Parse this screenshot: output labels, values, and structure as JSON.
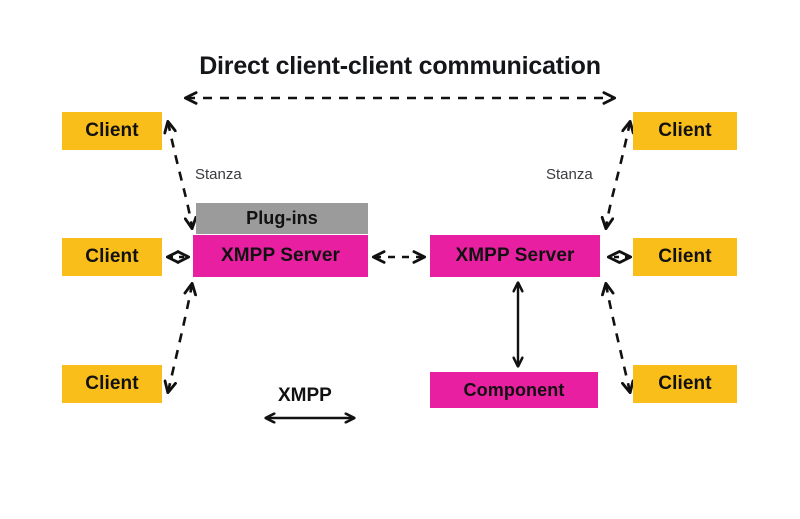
{
  "diagram": {
    "title": "Direct client-client communication",
    "background": "#ffffff",
    "colors": {
      "client": "#F9BE1A",
      "server": "#E81FA0",
      "component": "#E81FA0",
      "plugins": "#9B9B9B",
      "line": "#111111",
      "text": "#111111",
      "stanza_text": "#3b3b40"
    },
    "nodes": {
      "client_top_left": "Client",
      "client_mid_left": "Client",
      "client_bottom_left": "Client",
      "client_top_right": "Client",
      "client_mid_right": "Client",
      "client_bottom_right": "Client",
      "plugins": "Plug-ins",
      "server_left": "XMPP Server",
      "server_right": "XMPP Server",
      "component": "Component"
    },
    "labels": {
      "stanza_left": "Stanza",
      "stanza_right": "Stanza",
      "legend_xmpp": "XMPP"
    },
    "edges": [
      {
        "name": "direct-client-client",
        "from": "client_top_left",
        "to": "client_top_right",
        "style": "dashed",
        "arrows": "both"
      },
      {
        "name": "client-top-left-to-server-left",
        "from": "client_top_left",
        "to": "server_left",
        "style": "dashed",
        "arrows": "both"
      },
      {
        "name": "client-mid-left-to-server-left",
        "from": "client_mid_left",
        "to": "server_left",
        "style": "dashed",
        "arrows": "both"
      },
      {
        "name": "client-bottom-left-to-server-left",
        "from": "client_bottom_left",
        "to": "server_left",
        "style": "dashed",
        "arrows": "both"
      },
      {
        "name": "server-left-to-server-right",
        "from": "server_left",
        "to": "server_right",
        "style": "dashed",
        "arrows": "both"
      },
      {
        "name": "client-top-right-to-server-right",
        "from": "client_top_right",
        "to": "server_right",
        "style": "dashed",
        "arrows": "both"
      },
      {
        "name": "client-mid-right-to-server-right",
        "from": "client_mid_right",
        "to": "server_right",
        "style": "dashed",
        "arrows": "both"
      },
      {
        "name": "client-bottom-right-to-server-right",
        "from": "client_bottom_right",
        "to": "server_right",
        "style": "dashed",
        "arrows": "both"
      },
      {
        "name": "server-right-to-component",
        "from": "server_right",
        "to": "component",
        "style": "solid",
        "arrows": "both"
      },
      {
        "name": "legend-xmpp-arrow",
        "from": "",
        "to": "",
        "style": "solid",
        "arrows": "both"
      }
    ]
  }
}
